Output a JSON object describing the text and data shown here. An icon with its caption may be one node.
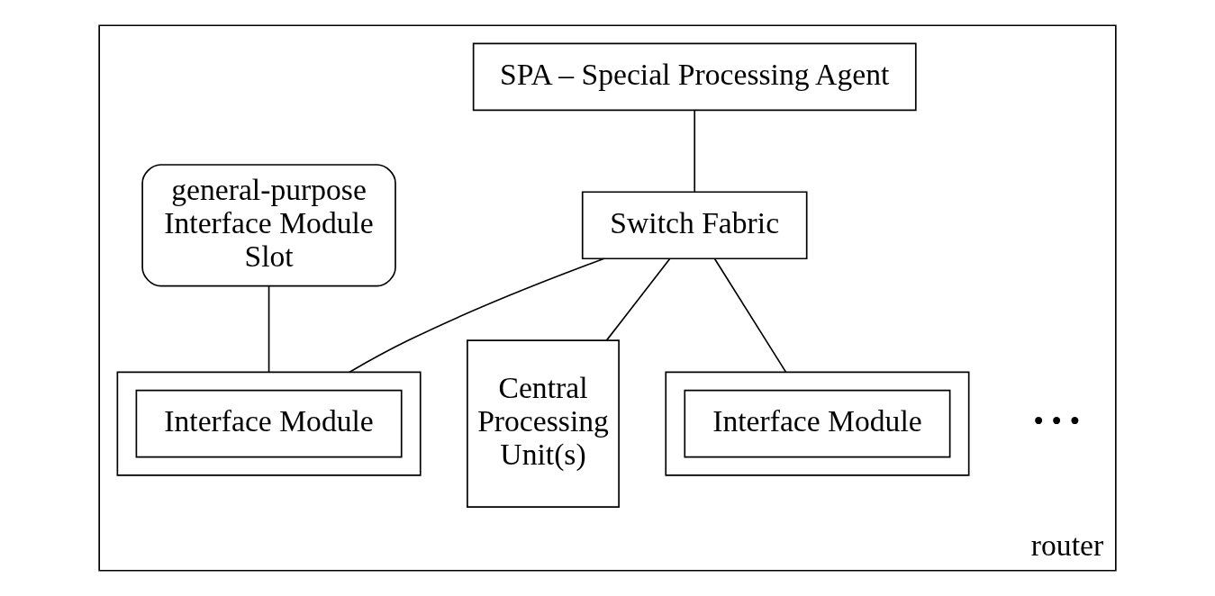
{
  "diagram": {
    "nodes": [
      {
        "text": [
          "router"
        ]
      },
      {
        "text": [
          "SPA – Special Processing Agent"
        ],
        "in": 0
      },
      {
        "text": [
          "Switch Fabric"
        ],
        "in": 0
      },
      {
        "text": [
          "Central Processing Unit(s)"
        ],
        "in": 0
      },
      {
        "text": [
          "general-purpose Interface Module Slot"
        ],
        "in": 0
      },
      {
        "text": [],
        "shape": "box",
        "in": 0
      },
      {
        "text": [
          "Interface Module"
        ],
        "in": 5
      },
      {
        "text": [],
        "shape": "box",
        "in": 0
      },
      {
        "text": [
          "Interface Module"
        ],
        "in": 7
      }
    ],
    "edges": [
      {
        "from": 1,
        "to": 2,
        "arrow": "none"
      },
      {
        "from": 2,
        "to": 3,
        "arrow": "none"
      },
      {
        "from": 2,
        "to": 5,
        "arrow": "none"
      },
      {
        "from": 2,
        "to": 7,
        "arrow": "none"
      },
      {
        "from": 4,
        "to": 5,
        "arrow": "none"
      }
    ],
    "labels": [
      "• • •"
    ]
  }
}
